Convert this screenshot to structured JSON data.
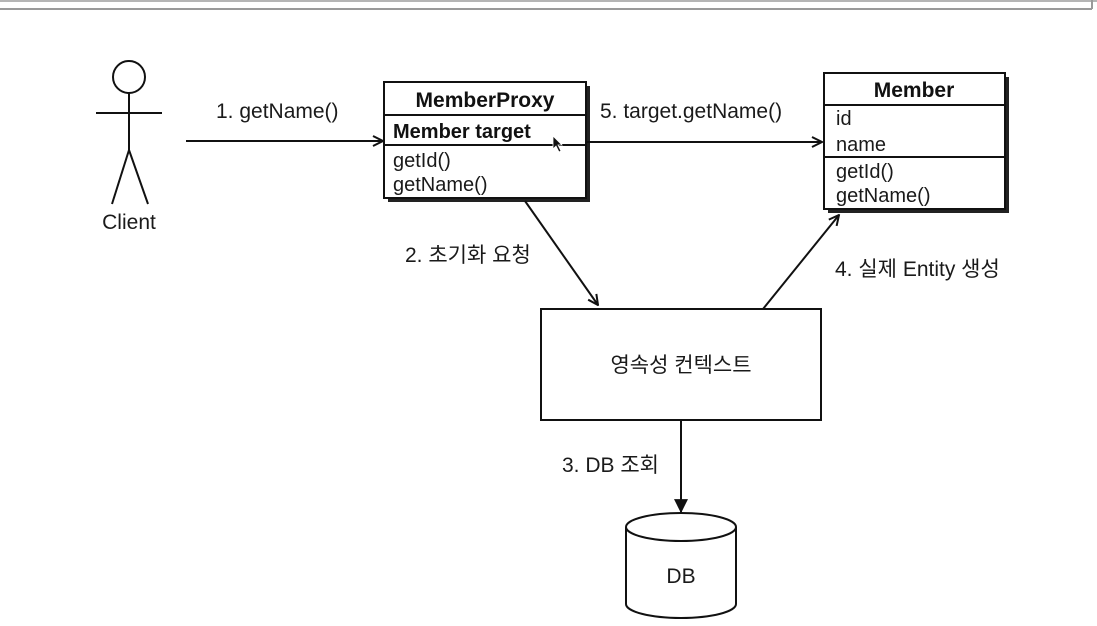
{
  "actor": {
    "label": "Client"
  },
  "proxy_class": {
    "title": "MemberProxy",
    "fields": [
      "Member target"
    ],
    "methods": [
      "getId()",
      "getName()"
    ]
  },
  "entity_class": {
    "title": "Member",
    "fields": [
      "id",
      "name"
    ],
    "methods": [
      "getId()",
      "getName()"
    ]
  },
  "context_box": {
    "label": "영속성 컨텍스트"
  },
  "database": {
    "label": "DB"
  },
  "steps": {
    "step1": "1. getName()",
    "step2": "2. 초기화 요청",
    "step3": "3. DB 조회",
    "step4": "4. 실제 Entity 생성",
    "step5": "5. target.getName()"
  }
}
